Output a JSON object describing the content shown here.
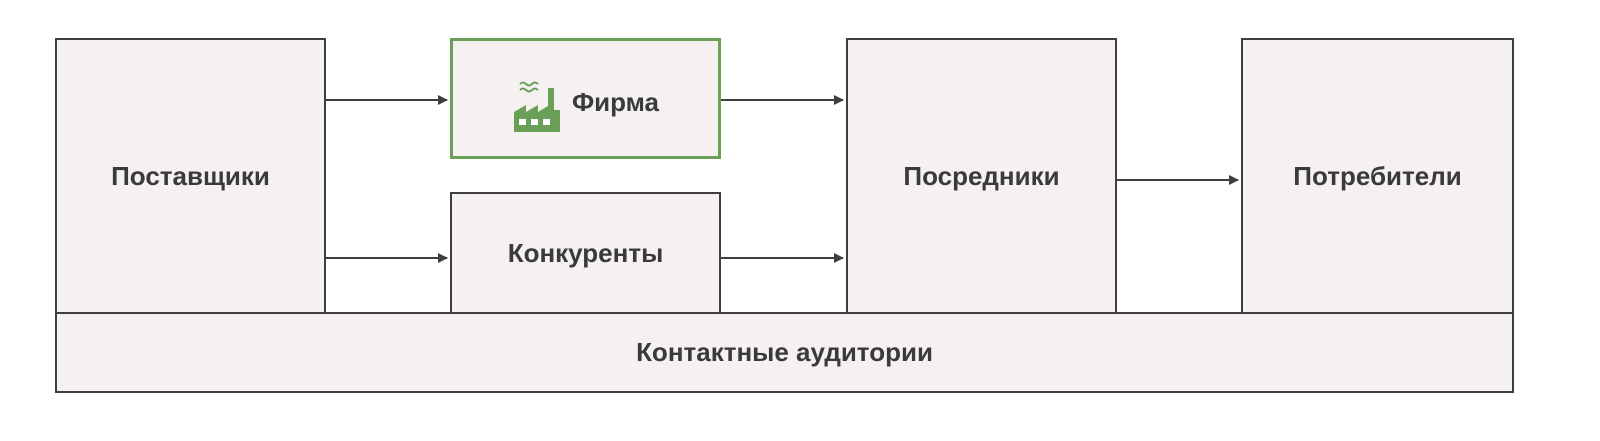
{
  "diagram": {
    "suppliers": "Поставщики",
    "firm": "Фирма",
    "competitors": "Конкуренты",
    "intermediaries": "Посредники",
    "consumers": "Потребители",
    "contact_audiences": "Контактные аудитории"
  },
  "icons": {
    "firm": "factory-icon"
  },
  "colors": {
    "box_fill": "#f6f1f1",
    "box_border": "#3f3f3f",
    "firm_border": "#6a9f58",
    "icon": "#6a9f58",
    "arrow": "#3f3f3f",
    "text": "#3a3a3a"
  }
}
